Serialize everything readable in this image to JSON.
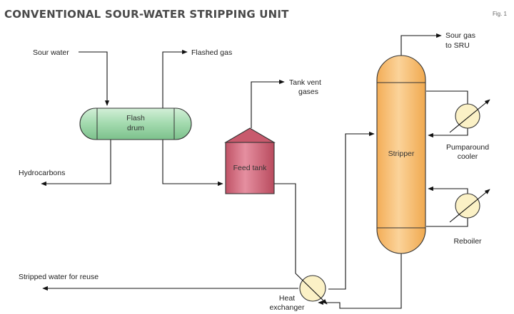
{
  "title": "Conventional sour-water stripping unit",
  "figure_label": "Fig. 1",
  "equipment": {
    "flash_drum_line1": "Flash",
    "flash_drum_line2": "drum",
    "feed_tank": "Feed tank",
    "stripper": "Stripper"
  },
  "streams": {
    "sour_water": "Sour water",
    "flashed_gas": "Flashed gas",
    "hydrocarbons": "Hydrocarbons",
    "tank_vent_line1": "Tank vent",
    "tank_vent_line2": "gases",
    "sour_gas_line1": "Sour gas",
    "sour_gas_line2": "to SRU",
    "stripped_water": "Stripped water for reuse"
  },
  "exchangers": {
    "pumparound_line1": "Pumparound",
    "pumparound_line2": "cooler",
    "reboiler": "Reboiler",
    "heat_exchanger_line1": "Heat",
    "heat_exchanger_line2": "exchanger"
  },
  "colors": {
    "flash_drum": "#a6dcb1",
    "feed_tank": "#d46a7e",
    "stripper": "#f7c079",
    "exchanger": "#fbf1c6"
  }
}
